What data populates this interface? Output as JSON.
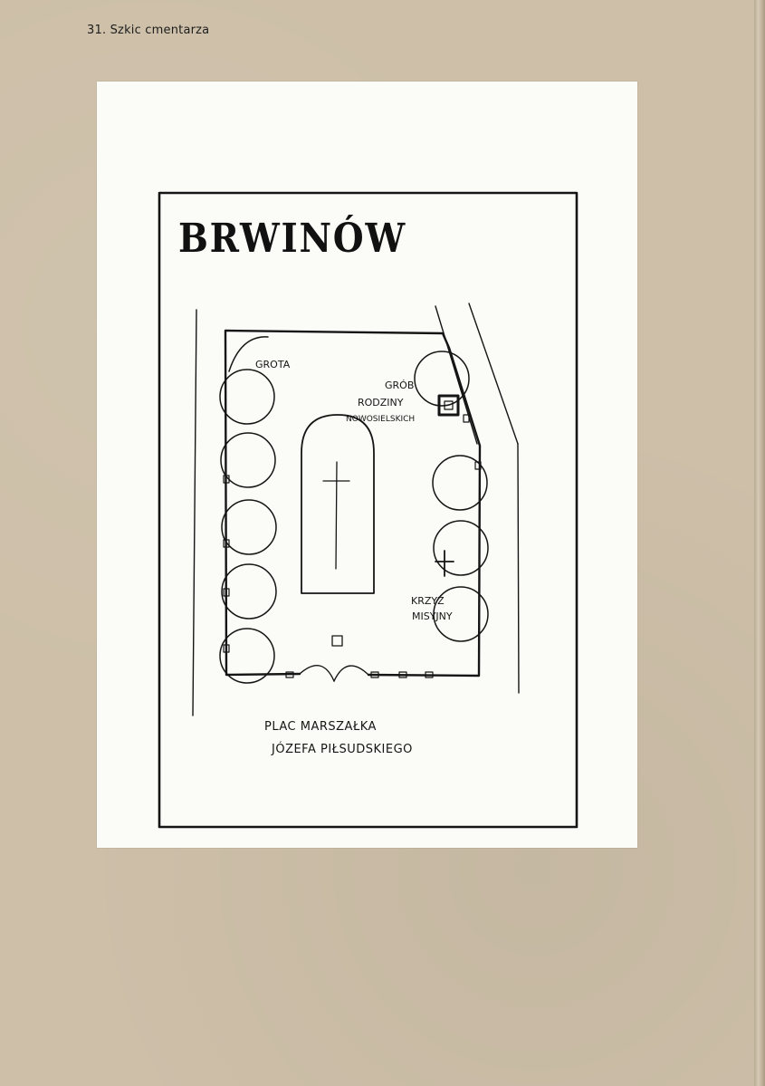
{
  "page": {
    "caption": "31. Szkic cmentarza"
  },
  "map": {
    "town_name": "BRWINÓW",
    "labels": {
      "grota": "GROTA",
      "grob_line1": "GRÓB",
      "grob_line2": "RODZINY",
      "grob_line3": "NOWOSIELSKICH",
      "krzyz_line1": "KRZYŻ",
      "krzyz_line2": "MISYJNY",
      "plac_line1": "PLAC MARSZAŁKA",
      "plac_line2": "JÓZEFA PIŁSUDSKIEGO"
    }
  },
  "colors": {
    "background": "#cdbfa8",
    "sheet": "#fbfbf8",
    "ink": "#151515"
  }
}
